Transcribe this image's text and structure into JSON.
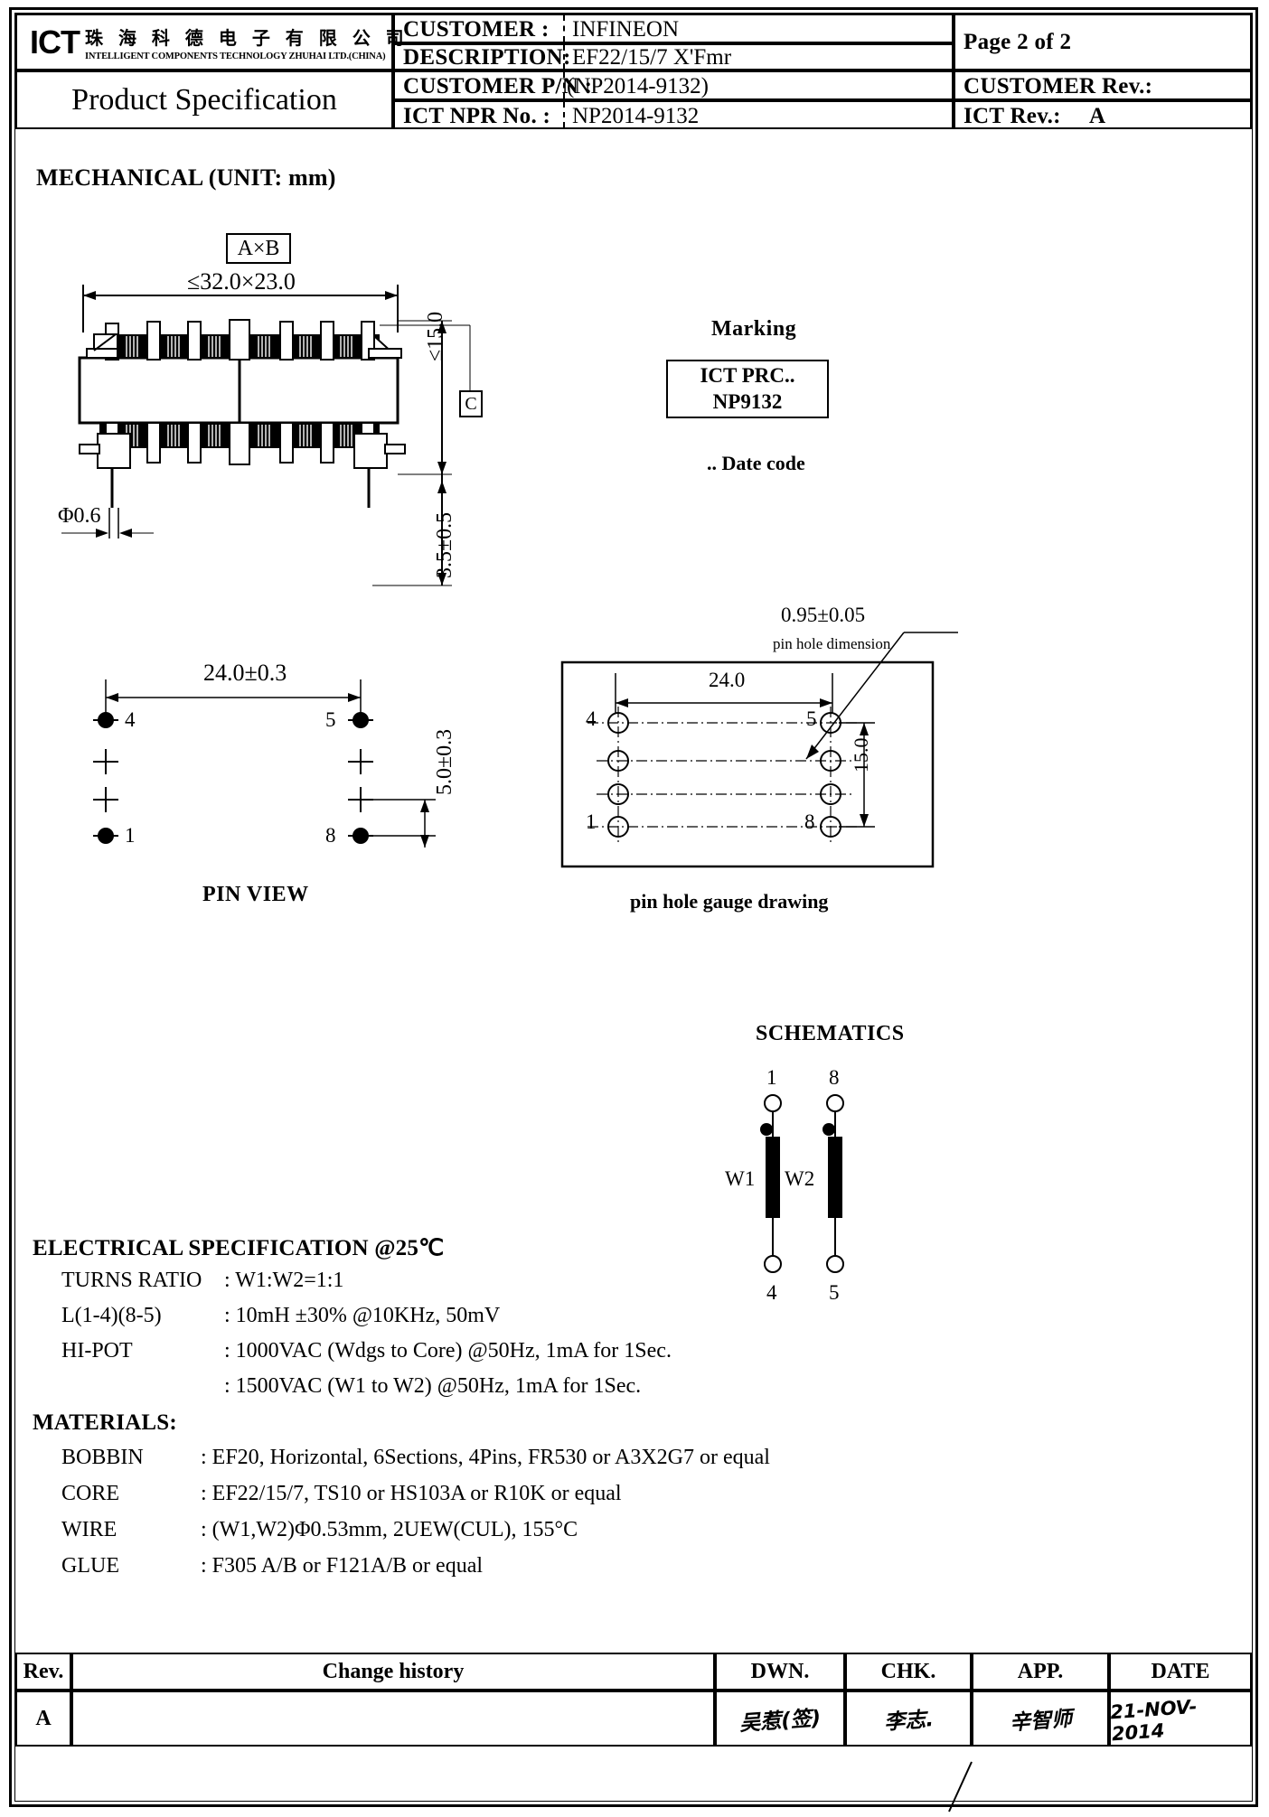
{
  "header": {
    "logo": {
      "mark": "ICT",
      "chinese": "珠 海 科 德 电 子 有 限 公 司",
      "english": "INTELLIGENT COMPONENTS TECHNOLOGY ZHUHAI LTD.(CHINA)"
    },
    "doc_title": "Product Specification",
    "fields": [
      {
        "label": "CUSTOMER :",
        "value": "INFINEON"
      },
      {
        "label": "DESCRIPTION:",
        "value": "EF22/15/7 X'Fmr"
      },
      {
        "label": "CUSTOMER  P/N :",
        "value": "(NP2014-9132)"
      },
      {
        "label": "ICT NPR No. :",
        "value": "NP2014-9132"
      }
    ],
    "page": "Page  2  of  2",
    "customer_rev_label": "CUSTOMER Rev.:",
    "customer_rev_value": "",
    "ict_rev_label": "ICT Rev.:",
    "ict_rev_value": "A"
  },
  "mechanical": {
    "title": "MECHANICAL (UNIT: mm)",
    "ab_box": "A×B",
    "c_box": "C",
    "dim_ab": "≤32.0×23.0",
    "dim_height": "≤15.0",
    "dim_pin_dia": "Φ0.6",
    "dim_pin_len": "3.5±0.5",
    "dim_pitch_x": "24.0±0.3",
    "dim_pitch_y": "5.0±0.3",
    "pin_view_label": "PIN VIEW",
    "pin_numbers": {
      "top_left": "4",
      "bottom_left": "1",
      "top_right": "5",
      "bottom_right": "8"
    }
  },
  "marking": {
    "title": "Marking",
    "line1": "ICT PRC..",
    "line2": "NP9132",
    "date_code": ".. Date code"
  },
  "gauge": {
    "title": "pin hole gauge drawing",
    "hole_dim": "0.95±0.05",
    "hole_dim_sub": "pin hole dimension",
    "dim_x": "24.0",
    "dim_y": "15.0",
    "pin_numbers": {
      "top_left": "4",
      "bottom_left": "1",
      "top_right": "5",
      "bottom_right": "8"
    }
  },
  "electrical": {
    "heading": "ELECTRICAL SPECIFICATION @25℃",
    "rows": [
      {
        "key": "TURNS RATIO",
        "value": ": W1:W2=1:1"
      },
      {
        "key": "L(1-4)(8-5)",
        "value": ": 10mH ±30% @10KHz, 50mV"
      },
      {
        "key": "HI-POT",
        "value": ": 1000VAC (Wdgs to Core) @50Hz, 1mA for 1Sec."
      },
      {
        "key": "",
        "value": ": 1500VAC (W1 to W2) @50Hz, 1mA for 1Sec."
      }
    ]
  },
  "materials": {
    "heading": "MATERIALS:",
    "rows": [
      {
        "key": "BOBBIN",
        "value": ": EF20, Horizontal, 6Sections, 4Pins, FR530 or A3X2G7 or equal"
      },
      {
        "key": "CORE",
        "value": ": EF22/15/7, TS10 or HS103A or R10K or equal"
      },
      {
        "key": "WIRE",
        "value": ": (W1,W2)Φ0.53mm, 2UEW(CUL), 155°C"
      },
      {
        "key": "GLUE",
        "value": ": F305 A/B or F121A/B or equal"
      }
    ]
  },
  "schematic": {
    "title": "SCHEMATICS",
    "pin_top_left": "1",
    "pin_top_right": "8",
    "pin_bottom_left": "4",
    "pin_bottom_right": "5",
    "winding_left": "W1",
    "winding_right": "W2"
  },
  "footer": {
    "columns": [
      "Rev.",
      "Change history",
      "DWN.",
      "CHK.",
      "APP.",
      "DATE"
    ],
    "rows": [
      {
        "rev": "A",
        "change_history": "",
        "dwn": "吴惹(签)",
        "chk": "李志.",
        "app": "辛智师",
        "date": "21-NOV-2014"
      }
    ]
  }
}
